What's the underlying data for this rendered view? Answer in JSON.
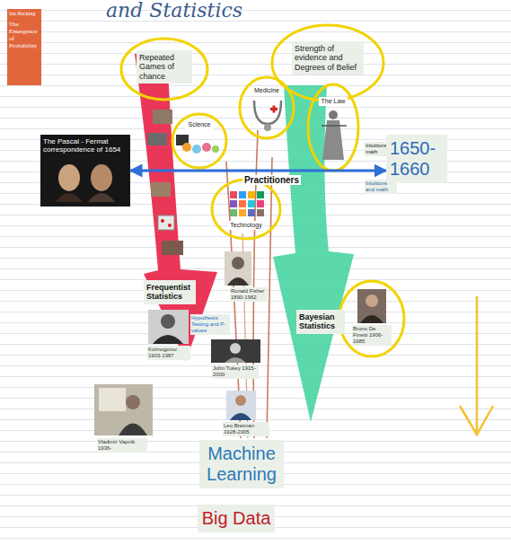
{
  "diagram": {
    "title": "and Statistics",
    "nodes": [
      {
        "text": [
          "Ian Hacking",
          "The Emergence of Probability"
        ]
      },
      {
        "text": [
          "Repeated Games of chance"
        ]
      },
      {
        "text": [
          "Strength of evidence and Degrees of Belief"
        ]
      },
      {
        "text": [
          "The Pascal - Fermat correspondence of 1654"
        ]
      },
      {
        "text": [
          "Science"
        ]
      },
      {
        "text": [
          "Medicine"
        ]
      },
      {
        "text": [
          "The Law"
        ]
      },
      {
        "text": [
          "Intuitions no math"
        ]
      },
      {
        "text": [
          "1650-1660"
        ]
      },
      {
        "text": [
          "Intuitions and math"
        ]
      },
      {
        "text": [
          "Technology"
        ]
      },
      {
        "text": [
          "Frequentist Statistics"
        ]
      },
      {
        "text": [
          "Ronald Fisher 1890-1962"
        ]
      },
      {
        "text": [
          "Bayesian Statistics"
        ]
      },
      {
        "text": [
          "Hypothesis Testing and P-values"
        ]
      },
      {
        "text": [
          "Bruno De Finetti 1906-1985"
        ]
      },
      {
        "text": [
          "Kolmogorov 1903-1987"
        ]
      },
      {
        "text": [
          "John Tukey 1915-2000"
        ]
      },
      {
        "text": [
          "Leo Breiman 1928-2005"
        ]
      },
      {
        "text": [
          "Vladimir Vapnik 1936-"
        ]
      },
      {
        "text": [
          "Machine Learning"
        ]
      },
      {
        "text": [
          "Big Data"
        ]
      }
    ],
    "edges": [
      {
        "from": 3,
        "to": 8,
        "label": "Practitioners",
        "arrow": "both"
      }
    ]
  }
}
